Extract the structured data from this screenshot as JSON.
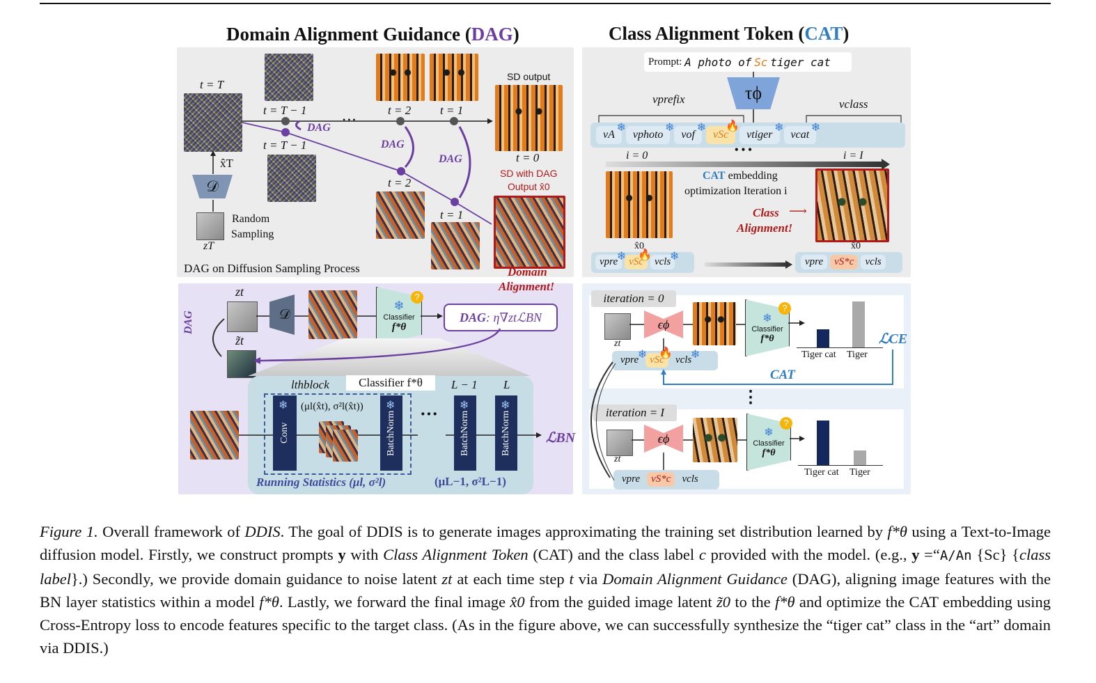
{
  "titles": {
    "dag_prefix": "Domain Alignment Guidance (",
    "dag_abbr": "DAG",
    "dag_suffix": ")",
    "cat_prefix": "Class Alignment Token (",
    "cat_abbr": "CAT",
    "cat_suffix": ")"
  },
  "top_left": {
    "t_T": "t = T",
    "t_T_minus_1_a": "t = T − 1",
    "t_T_minus_1_b": "t = T − 1",
    "t_2_a": "t = 2",
    "t_1_a": "t = 1",
    "t_2_b": "t = 2",
    "t_1_b": "t = 1",
    "t_0": "t = 0",
    "dag_label_1": "DAG",
    "dag_label_2": "DAG",
    "dag_label_3": "DAG",
    "x_T": "x̂T",
    "decoder": "𝒟",
    "random": "Random",
    "sampling": "Sampling",
    "z_T": "zT",
    "sd_output": "SD output",
    "sd_dag_1": "SD with DAG",
    "sd_dag_2": "Output x̂0",
    "domain": "Domain",
    "alignment": "Alignment!",
    "footer": "DAG on Diffusion Sampling Process",
    "dots": "• • •"
  },
  "top_right": {
    "prompt_label": "Prompt:",
    "prompt_a": "A photo of",
    "prompt_sc": "Sc",
    "prompt_b": "tiger cat",
    "tau": "τϕ",
    "v_prefix": "vprefix",
    "v_class": "vclass",
    "tokens": [
      "vA",
      "vphoto",
      "vof",
      "vSc",
      "vtiger",
      "vcat"
    ],
    "i0": "i = 0",
    "iI": "i = I",
    "dots": "• • •",
    "cat_word": "CAT",
    "embedding": " embedding",
    "opt_iter": "optimization Iteration i",
    "class": "Class",
    "alignment": "Alignment!",
    "x0_a": "x̂0",
    "x0_b": "x̂0",
    "bottom_tokens_left": [
      "vpre",
      "vSc",
      "vcls"
    ],
    "bottom_tokens_right": [
      "vpre",
      "vS*c",
      "vcls"
    ]
  },
  "bottom_left": {
    "z_t": "zt",
    "z_tilde": "z̃t",
    "decoder": "𝒟",
    "x_t": "x̂t",
    "classifier": "Classifier",
    "f_theta": "f*θ",
    "dag_formula_a": "DAG",
    "dag_formula_b": ": η∇ztℒBN",
    "dag_side": "DAG",
    "lth_block": "lthblock",
    "classifier_f": "Classifier f*θ",
    "L_minus_1": "L − 1",
    "L": "L",
    "conv": "Conv",
    "batchnorm_1": "BatchNorm",
    "batchnorm_2": "BatchNorm",
    "batchnorm_3": "BatchNorm",
    "mu_sigma": "(μl(x̂t), σ²l(x̂t))",
    "running_stats": "Running Statistics (μl, σ²l)",
    "stats_L1": "(μL−1, σ²L−1)",
    "loss_bn": "ℒBN",
    "ellipsis": "···"
  },
  "bottom_right": {
    "iter0": "iteration = 0",
    "iterI": "iteration = I",
    "eps": "ϵϕ",
    "z_t_a": "zt",
    "z_t_b": "zt",
    "classifier_a": "Classifier",
    "classifier_b": "Classifier",
    "f_a": "f*θ",
    "f_b": "f*θ",
    "tokens_a": [
      "vpre",
      "vSc",
      "vcls"
    ],
    "tokens_b": [
      "vpre",
      "vS*c",
      "vcls"
    ],
    "bar_labels_a": [
      "Tiger cat",
      "Tiger"
    ],
    "bar_labels_b": [
      "Tiger cat",
      "Tiger"
    ],
    "bar_values_a": [
      0.3,
      0.75
    ],
    "bar_values_b": [
      0.72,
      0.24
    ],
    "loss_ce": "ℒCE",
    "cat": "CAT",
    "vdots": "⋮"
  },
  "caption": {
    "fig": "Figure 1.",
    "s1": " Overall framework of ",
    "ddis": "DDIS",
    "s2": ". The goal of DDIS is to generate images approximating the training set distribution learned by ",
    "f1": "f*θ",
    "s3": " using a Text-to-Image diffusion model. Firstly, we construct prompts ",
    "y1": "y",
    "s4": " with ",
    "cat_full": "Class Alignment Token",
    "s5": " (CAT) and the class label ",
    "c": "c",
    "s6": " provided with the model. (e.g., ",
    "y2": "y",
    "s7": " =“",
    "code": "A/An",
    "s8": " {Sc} {",
    "class_label": "class label",
    "s9": "}.) Secondly, we provide domain guidance to noise latent ",
    "zt": "zt",
    "s10": " at each time step ",
    "t": "t",
    "s11": " via ",
    "dag_full": "Domain Alignment Guidance",
    "s12": " (DAG), aligning image features with the BN layer statistics within a model ",
    "f2": "f*θ",
    "s13": ". Lastly, we forward the final image ",
    "x0": "x̂0",
    "s14": " from the guided image latent ",
    "z0": "z̃0",
    "s15": " to the ",
    "f3": "f*θ",
    "s16": " and optimize the CAT embedding using Cross-Entropy loss to encode features specific to the target class. (As in the figure above, we can successfully synthesize the “tiger cat” class in the “art” domain via DDIS.)"
  }
}
